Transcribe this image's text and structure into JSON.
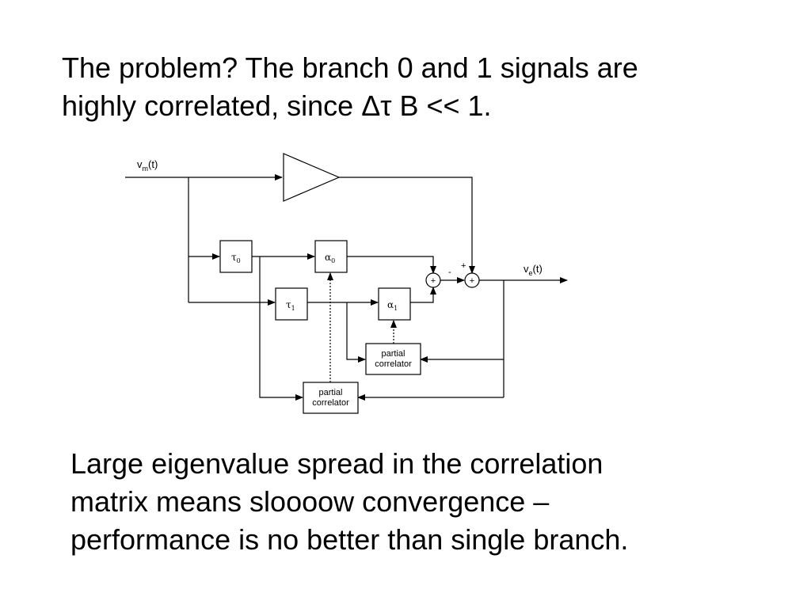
{
  "slide": {
    "top_text": "The problem?  The branch 0 and 1 signals are\nhighly correlated, since Δτ B << 1.",
    "bottom_text": "Large eigenvalue spread in the correlation\nmatrix means sloooow convergence –\nperformance is no better than single branch."
  },
  "diagram": {
    "input": {
      "base": "v",
      "sub": "m",
      "suffix": "(t)"
    },
    "output": {
      "base": "v",
      "sub": "e",
      "suffix": "(t)"
    },
    "delay0": {
      "symbol": "τ",
      "sub": "0"
    },
    "delay1": {
      "symbol": "τ",
      "sub": "1"
    },
    "weight0": {
      "symbol": "α",
      "sub": "0"
    },
    "weight1": {
      "symbol": "α",
      "sub": "1"
    },
    "adder_symbol": "+",
    "sign_minus": "-",
    "sign_plus": "+",
    "correlator_lines": [
      "partial",
      "correlator"
    ]
  }
}
